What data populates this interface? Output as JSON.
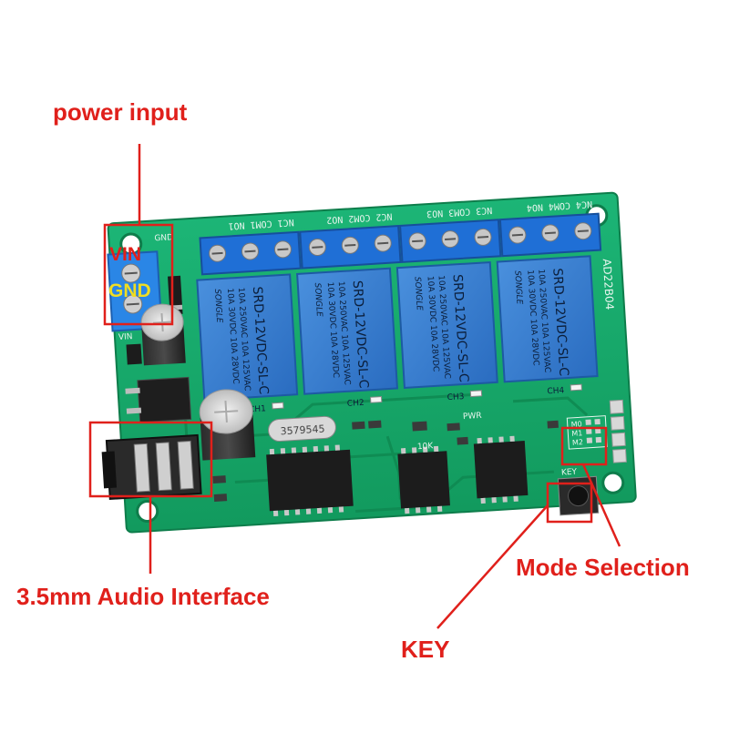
{
  "callouts": {
    "power_input": "power input",
    "audio_interface": "3.5mm Audio Interface",
    "key": "KEY",
    "mode_selection": "Mode Selection"
  },
  "power_terminal": {
    "vin": "VIN",
    "gnd": "GND"
  },
  "board": {
    "model": "AD22B04",
    "gnd_silk": "GND",
    "vin_silk": "VIN",
    "key_silk": "KEY",
    "crystal": "3579545",
    "pwr_silk": "PWR",
    "r10k_silk": "10K",
    "mode_pins": [
      "M0",
      "M1",
      "M2"
    ],
    "channels": [
      "CH1",
      "CH2",
      "CH3",
      "CH4"
    ],
    "terminal_labels": [
      "NC1 COM1 NO1",
      "NC2 COM2 NO2",
      "NC3 COM3 NO3",
      "NC4 COM4 NO4"
    ]
  },
  "relay": {
    "brand": "SONGLE",
    "model": "SRD-12VDC-SL-C",
    "rating_1": "10A 250VAC 10A 125VAC",
    "rating_2": "10A 30VDC 10A 28VDC"
  },
  "colors": {
    "pcb": "#17a86a",
    "relay": "#2f78cf",
    "terminal": "#1f6fd6",
    "callout": "#e0201b",
    "ic": "#1c1c1c"
  }
}
